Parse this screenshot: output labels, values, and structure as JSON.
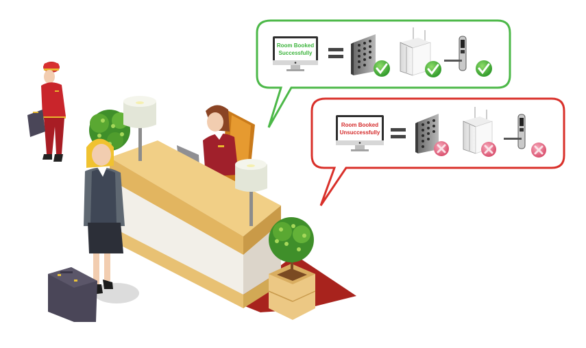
{
  "scene": {
    "title": "Hotel reception room booking illustration",
    "colors": {
      "success": "#4cb848",
      "failure": "#d9302a",
      "desk_top": "#f1cf86",
      "desk_side": "#e2b560",
      "desk_front": "#f2efe8",
      "carpet": "#a8231d",
      "bellboy": "#c9252b",
      "plant": "#4a9a2c",
      "suitcase": "#4a4658"
    }
  },
  "bubbles": {
    "success": {
      "monitor_line1": "Room Booked",
      "monitor_line2": "Successfully",
      "equals": "=",
      "devices": [
        {
          "name": "keypad-panel",
          "status": "check"
        },
        {
          "name": "power-cabinet",
          "status": "check"
        },
        {
          "name": "door-lock",
          "status": "check"
        }
      ]
    },
    "failure": {
      "monitor_line1": "Room Booked",
      "monitor_line2": "Unsuccessfully",
      "equals": "=",
      "devices": [
        {
          "name": "keypad-panel",
          "status": "cross"
        },
        {
          "name": "power-cabinet",
          "status": "cross"
        },
        {
          "name": "door-lock",
          "status": "cross"
        }
      ]
    }
  }
}
